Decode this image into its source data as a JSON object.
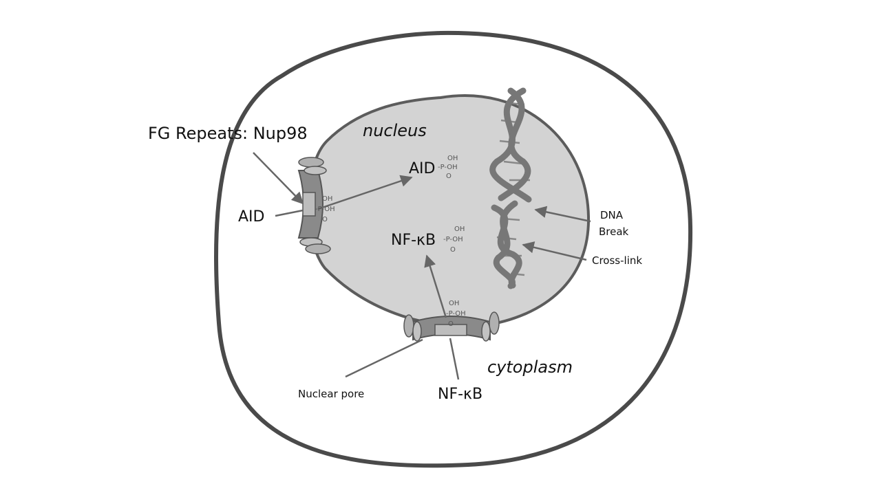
{
  "labels": {
    "fg_repeats": "FG Repeats: Nup98",
    "nucleus": "nucleus",
    "cytoplasm": "cytoplasm",
    "aid_left": "AID",
    "aid_nucleus": "AID",
    "nfkb_nucleus": "NF-κB",
    "nfkb_cyto": "NF-κB",
    "nuclear_pore": "Nuclear pore",
    "dna_break_1": "DNA",
    "dna_break_2": "Break",
    "cross_link": "Cross-link"
  },
  "phosphate": {
    "oh": "OH",
    "p": "P",
    "p_oh": "-P-OH",
    "o": "O"
  },
  "colors": {
    "cell_outline": "#4a4a4a",
    "nucleus_fill": "#d3d3d3",
    "nucleus_outline": "#5c5c5c",
    "arrow": "#666666",
    "dna": "#777777"
  }
}
